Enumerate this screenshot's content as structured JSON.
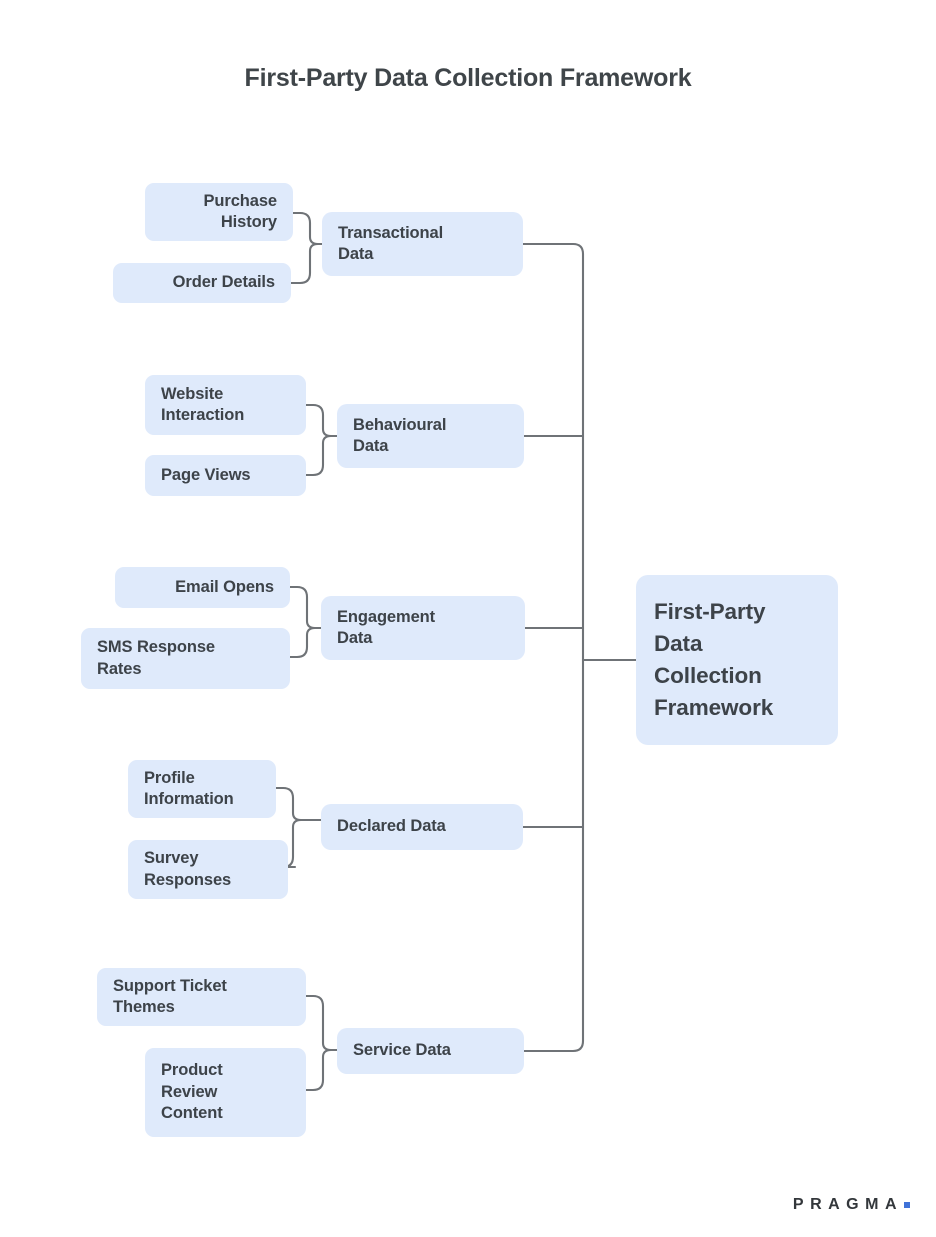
{
  "page": {
    "title": "First-Party Data Collection Framework",
    "background": "#ffffff",
    "node_fill": "#dfeafb",
    "text_color": "#3d4349",
    "line_color": "#6f7377",
    "accent": "#3f72d8"
  },
  "root": {
    "label": "First-Party Data Collection Framework",
    "lines": [
      "First-Party",
      "Data",
      "Collection",
      "Framework"
    ]
  },
  "branches": [
    {
      "label": "Transactional Data",
      "lines": [
        "Transactional",
        "Data"
      ],
      "leaves": [
        {
          "label": "Purchase History",
          "lines": [
            "Purchase",
            "History"
          ],
          "align": "right"
        },
        {
          "label": "Order Details",
          "lines": [
            "Order Details"
          ],
          "align": "right"
        }
      ]
    },
    {
      "label": "Behavioural Data",
      "lines": [
        "Behavioural",
        "Data"
      ],
      "leaves": [
        {
          "label": "Website Interaction",
          "lines": [
            "Website",
            "Interaction"
          ],
          "align": "left"
        },
        {
          "label": "Page Views",
          "lines": [
            "Page Views"
          ],
          "align": "left"
        }
      ]
    },
    {
      "label": "Engagement Data",
      "lines": [
        "Engagement",
        "Data"
      ],
      "leaves": [
        {
          "label": "Email Opens",
          "lines": [
            "Email Opens"
          ],
          "align": "right"
        },
        {
          "label": "SMS Response Rates",
          "lines": [
            "SMS Response",
            "Rates"
          ],
          "align": "left"
        }
      ]
    },
    {
      "label": "Declared Data",
      "lines": [
        "Declared Data"
      ],
      "leaves": [
        {
          "label": "Profile Information",
          "lines": [
            "Profile",
            "Information"
          ],
          "align": "left"
        },
        {
          "label": "Survey Responses",
          "lines": [
            "Survey",
            "Responses"
          ],
          "align": "left"
        }
      ]
    },
    {
      "label": "Service Data",
      "lines": [
        "Service Data"
      ],
      "leaves": [
        {
          "label": "Support Ticket Themes",
          "lines": [
            "Support Ticket",
            "Themes"
          ],
          "align": "left"
        },
        {
          "label": "Product Review Content",
          "lines": [
            "Product",
            "Review",
            "Content"
          ],
          "align": "left"
        }
      ]
    }
  ],
  "brand": {
    "name": "PRAGMA",
    "dot": "."
  }
}
